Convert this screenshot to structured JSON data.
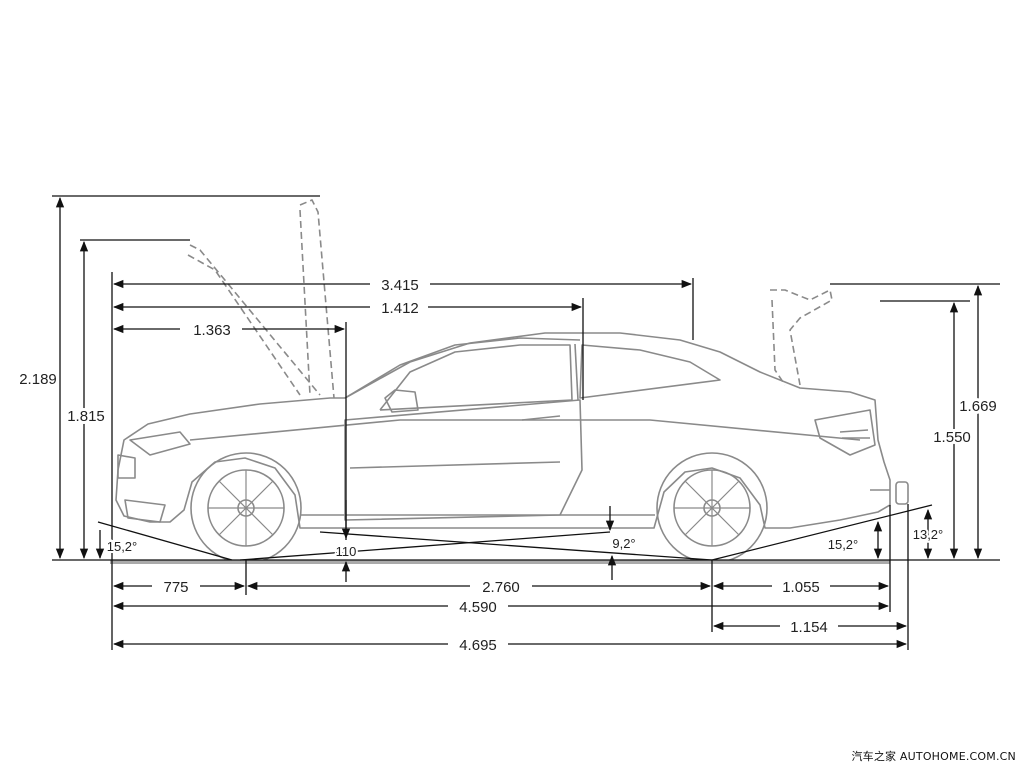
{
  "dimensions": {
    "overall_height_open_hood": "2.189",
    "height_open_trunk_front": "1.815",
    "hood_length_3415": "3.415",
    "door_open_1412": "1.412",
    "door_pivot_1363": "1.363",
    "rear_height_open_trunk": "1.669",
    "rear_height": "1.550",
    "front_overhang": "775",
    "wheelbase": "2.760",
    "rear_overhang": "1.055",
    "length": "4.590",
    "rear_with_hitch": "1.154",
    "length_with_hitch": "4.695",
    "ground_clearance": "110"
  },
  "angles": {
    "approach": "15,2°",
    "ramp": "9,2°",
    "departure": "15,2°",
    "hitch_angle": "13,2°"
  },
  "watermark": "汽车之家 AUTOHOME.COM.CN"
}
